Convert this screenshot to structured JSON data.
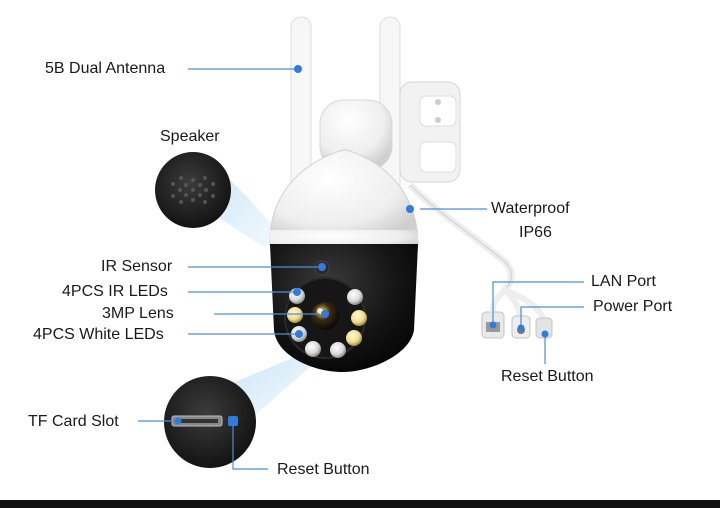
{
  "labels": {
    "antenna": "5B Dual Antenna",
    "speaker": "Speaker",
    "waterproof_line1": "Waterproof",
    "waterproof_line2": "IP66",
    "ir_sensor": "IR Sensor",
    "ir_leds": "4PCS IR LEDs",
    "lens": "3MP Lens",
    "white_leds": "4PCS White LEDs",
    "lan_port": "LAN Port",
    "power_port": "Power Port",
    "reset_button_cable": "Reset Button",
    "tf_card_slot": "TF Card Slot",
    "reset_button_slot": "Reset Button"
  },
  "colors": {
    "leader_line": "#4a8fd9",
    "marker_dot": "#2f7be0",
    "camera_black": "#111111",
    "camera_white": "#f4f4f4",
    "highlight": "#cfe8f8"
  }
}
